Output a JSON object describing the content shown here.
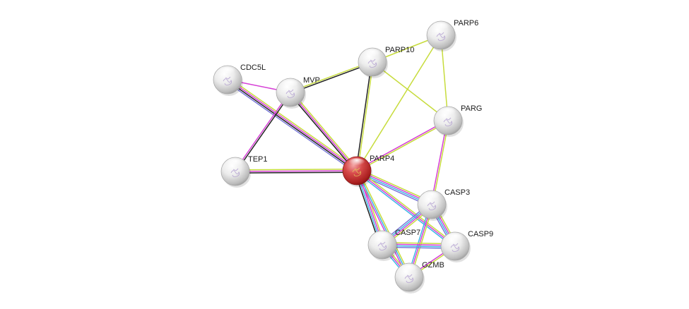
{
  "network": {
    "query_protein": "PARP4",
    "nodes": [
      {
        "id": "PARP4",
        "label": "PARP4",
        "query": true
      },
      {
        "id": "PARP6",
        "label": "PARP6"
      },
      {
        "id": "PARP10",
        "label": "PARP10"
      },
      {
        "id": "CDC5L",
        "label": "CDC5L"
      },
      {
        "id": "MVP",
        "label": "MVP"
      },
      {
        "id": "PARG",
        "label": "PARG"
      },
      {
        "id": "TEP1",
        "label": "TEP1"
      },
      {
        "id": "CASP3",
        "label": "CASP3"
      },
      {
        "id": "CASP7",
        "label": "CASP7"
      },
      {
        "id": "CASP9",
        "label": "CASP9"
      },
      {
        "id": "GZMB",
        "label": "GZMB"
      }
    ],
    "edge_colors": {
      "textmining": "#c7dc3c",
      "coexpression": "#222222",
      "experiments": "#d63fd6",
      "databases": "#40b6e6",
      "homology": "#7a7ad8"
    },
    "edges": [
      {
        "a": "CDC5L",
        "b": "MVP",
        "types": [
          "experiments"
        ]
      },
      {
        "a": "CDC5L",
        "b": "PARP4",
        "types": [
          "textmining",
          "experiments",
          "coexpression",
          "homology"
        ]
      },
      {
        "a": "MVP",
        "b": "PARP10",
        "types": [
          "textmining",
          "coexpression"
        ]
      },
      {
        "a": "MVP",
        "b": "PARP4",
        "types": [
          "textmining",
          "experiments",
          "coexpression"
        ]
      },
      {
        "a": "MVP",
        "b": "TEP1",
        "types": [
          "coexpression",
          "experiments"
        ]
      },
      {
        "a": "TEP1",
        "b": "PARP4",
        "types": [
          "textmining",
          "experiments",
          "coexpression"
        ]
      },
      {
        "a": "PARP10",
        "b": "PARP4",
        "types": [
          "textmining",
          "coexpression"
        ]
      },
      {
        "a": "PARP10",
        "b": "PARP6",
        "types": [
          "textmining"
        ]
      },
      {
        "a": "PARP10",
        "b": "PARG",
        "types": [
          "textmining"
        ]
      },
      {
        "a": "PARP6",
        "b": "PARG",
        "types": [
          "textmining"
        ]
      },
      {
        "a": "PARP6",
        "b": "PARP4",
        "types": [
          "textmining"
        ]
      },
      {
        "a": "PARG",
        "b": "PARP4",
        "types": [
          "textmining",
          "experiments"
        ]
      },
      {
        "a": "PARG",
        "b": "CASP3",
        "types": [
          "textmining",
          "experiments"
        ]
      },
      {
        "a": "PARP4",
        "b": "CASP3",
        "types": [
          "textmining",
          "experiments",
          "databases",
          "homology"
        ]
      },
      {
        "a": "PARP4",
        "b": "CASP7",
        "types": [
          "textmining",
          "experiments",
          "databases",
          "coexpression"
        ]
      },
      {
        "a": "PARP4",
        "b": "CASP9",
        "types": [
          "textmining",
          "experiments",
          "databases"
        ]
      },
      {
        "a": "PARP4",
        "b": "GZMB",
        "types": [
          "textmining",
          "databases",
          "experiments"
        ]
      },
      {
        "a": "CASP3",
        "b": "CASP7",
        "types": [
          "textmining",
          "experiments",
          "databases",
          "homology"
        ]
      },
      {
        "a": "CASP3",
        "b": "CASP9",
        "types": [
          "textmining",
          "experiments",
          "databases",
          "homology"
        ]
      },
      {
        "a": "CASP3",
        "b": "GZMB",
        "types": [
          "textmining",
          "experiments",
          "databases"
        ]
      },
      {
        "a": "CASP7",
        "b": "CASP9",
        "types": [
          "textmining",
          "experiments",
          "databases",
          "homology"
        ]
      },
      {
        "a": "CASP7",
        "b": "GZMB",
        "types": [
          "textmining",
          "experiments",
          "databases"
        ]
      },
      {
        "a": "CASP9",
        "b": "GZMB",
        "types": [
          "textmining",
          "experiments"
        ]
      }
    ]
  }
}
